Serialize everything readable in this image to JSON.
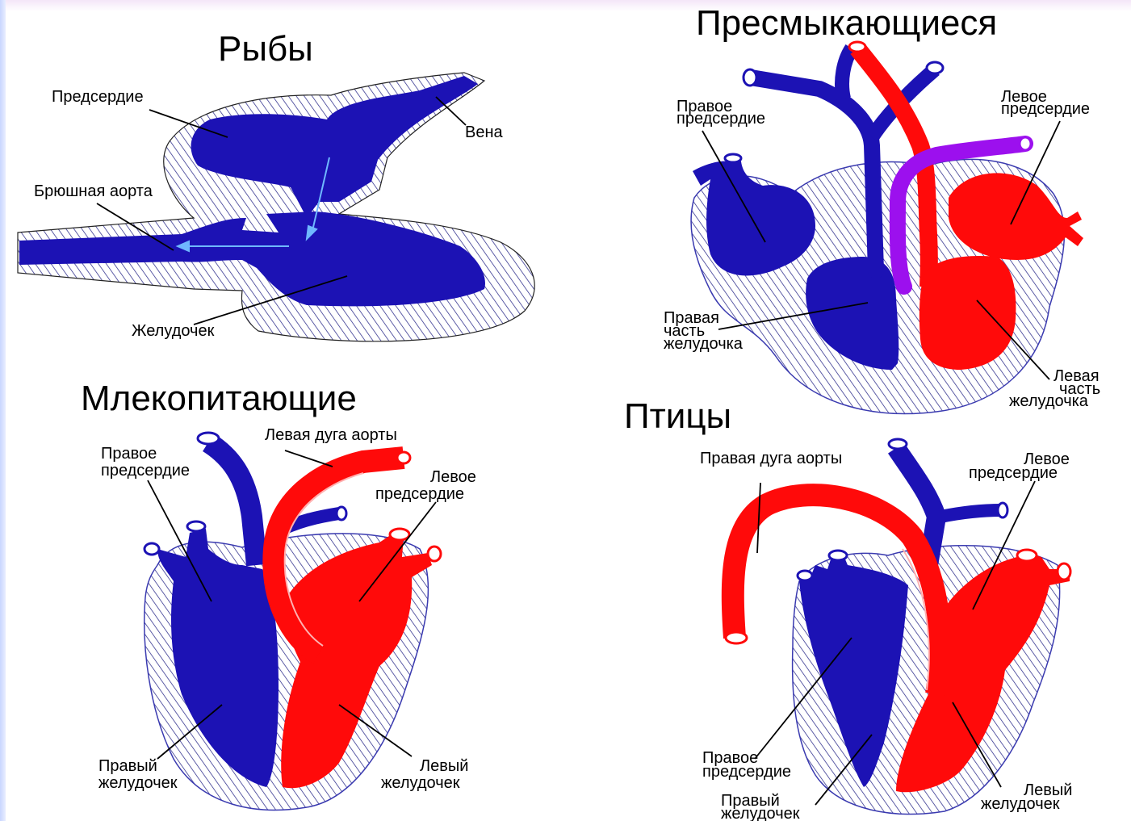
{
  "colors": {
    "venous": "#1c12b4",
    "arterial": "#ff0a0a",
    "mixed": "#9c10ee",
    "hatch": "#2a2a8a",
    "cavity_line": "#ffb0b0"
  },
  "fish": {
    "title": "Рыбы",
    "labels": {
      "atrium": "Предсердие",
      "vein": "Вена",
      "ventral_aorta": "Брюшная аорта",
      "ventricle": "Желудочек"
    }
  },
  "reptiles": {
    "title": "Пресмыкающиеся",
    "labels": {
      "right_atrium": [
        "Правое",
        "предсердие"
      ],
      "left_atrium": [
        "Левое",
        "предсердие"
      ],
      "right_ventricle_part": [
        "Правая",
        "часть",
        "желудочка"
      ],
      "left_ventricle_part": [
        "Левая",
        "часть",
        "желудочка"
      ]
    }
  },
  "mammals": {
    "title": "Млекопитающие",
    "labels": {
      "right_atrium": [
        "Правое",
        "предсердие"
      ],
      "left_aortic_arch": "Левая дуга аорты",
      "left_atrium": [
        "Левое",
        "предсердие"
      ],
      "right_ventricle": [
        "Правый",
        "желудочек"
      ],
      "left_ventricle": [
        "Левый",
        "желудочек"
      ]
    }
  },
  "birds": {
    "title": "Птицы",
    "labels": {
      "right_aortic_arch": "Правая дуга аорты",
      "left_atrium": [
        "Левое",
        "предсердие"
      ],
      "right_atrium": [
        "Правое",
        "предсердие"
      ],
      "right_ventricle": [
        "Правый",
        "желудочек"
      ],
      "left_ventricle": [
        "Левый",
        "желудочек"
      ]
    }
  }
}
